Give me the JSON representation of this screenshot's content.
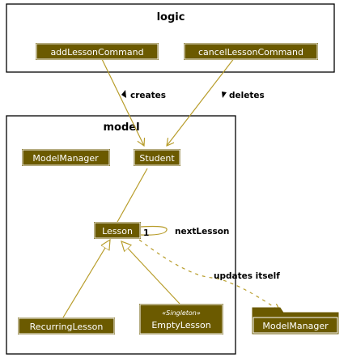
{
  "packages": {
    "logic": {
      "title": "logic"
    },
    "model": {
      "title": "model"
    }
  },
  "classes": {
    "add_lesson_command": "addLessonCommand",
    "cancel_lesson_command": "cancelLessonCommand",
    "model_manager": "ModelManager",
    "student": "Student",
    "lesson": "Lesson",
    "recurring_lesson": "RecurringLesson",
    "empty_lesson": "EmptyLesson",
    "empty_lesson_stereotype": "«Singleton»",
    "model_manager_external": "ModelManager"
  },
  "relations": {
    "creates": "creates",
    "deletes": "deletes",
    "next_lesson": "nextLesson",
    "multiplicity": "1",
    "updates_itself": "updates itself"
  },
  "colors": {
    "class_fill": "#6b5a00",
    "arrow": "#b89d2b",
    "package_border": "#000000"
  }
}
